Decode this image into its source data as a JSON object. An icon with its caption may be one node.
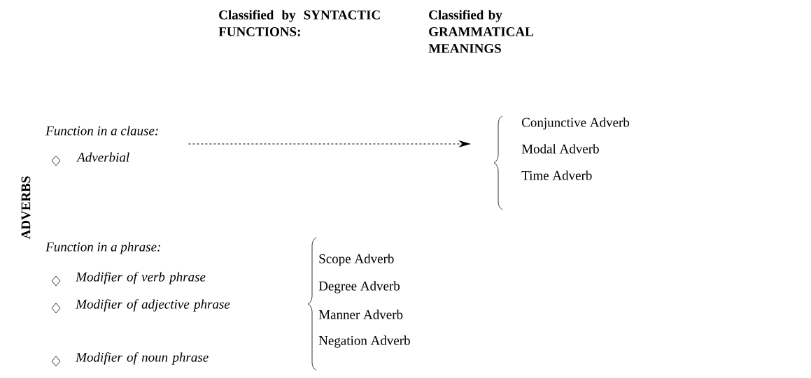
{
  "diagram": {
    "nodes": [
      {
        "text": [
          "Function in a clause:",
          "Adverbial"
        ]
      },
      {
        "text": [
          "Conjunctive Adverb",
          "Modal Adverb",
          "Time Adverb"
        ]
      }
    ],
    "edges": [
      {
        "from": 0,
        "to": 1,
        "arrow": "to",
        "style": "dashed"
      }
    ],
    "labels": [
      "Classified by SYNTACTIC FUNCTIONS:",
      "Classified by GRAMMATICAL MEANINGS",
      "ADVERBS",
      "Function in a phrase:",
      "Modifier of verb phrase",
      "Modifier of adjective phrase",
      "Modifier of noun phrase",
      "Scope Adverb",
      "Degree Adverb",
      "Manner Adverb",
      "Negation Adverb"
    ]
  }
}
